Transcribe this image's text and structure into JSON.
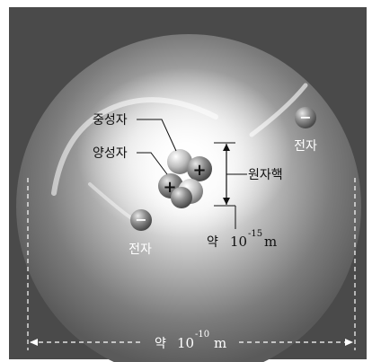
{
  "labels": {
    "neutron": "중성자",
    "proton": "양성자",
    "nucleus": "원자핵",
    "electron_right": "전자",
    "electron_left": "전자",
    "nucleus_size_prefix": "약",
    "nucleus_size_base": "10",
    "nucleus_size_exp": "-15",
    "nucleus_size_unit": "m",
    "atom_size_prefix": "약",
    "atom_size_base": "10",
    "atom_size_exp": "-10",
    "atom_size_unit": "m"
  },
  "signs": {
    "proton": "+",
    "electron": "−"
  },
  "colors": {
    "frame": "#4a4a4a",
    "sphere_dark": "#3e3e3e",
    "glow": "#ffffff",
    "particle": "#8a8a8a"
  }
}
